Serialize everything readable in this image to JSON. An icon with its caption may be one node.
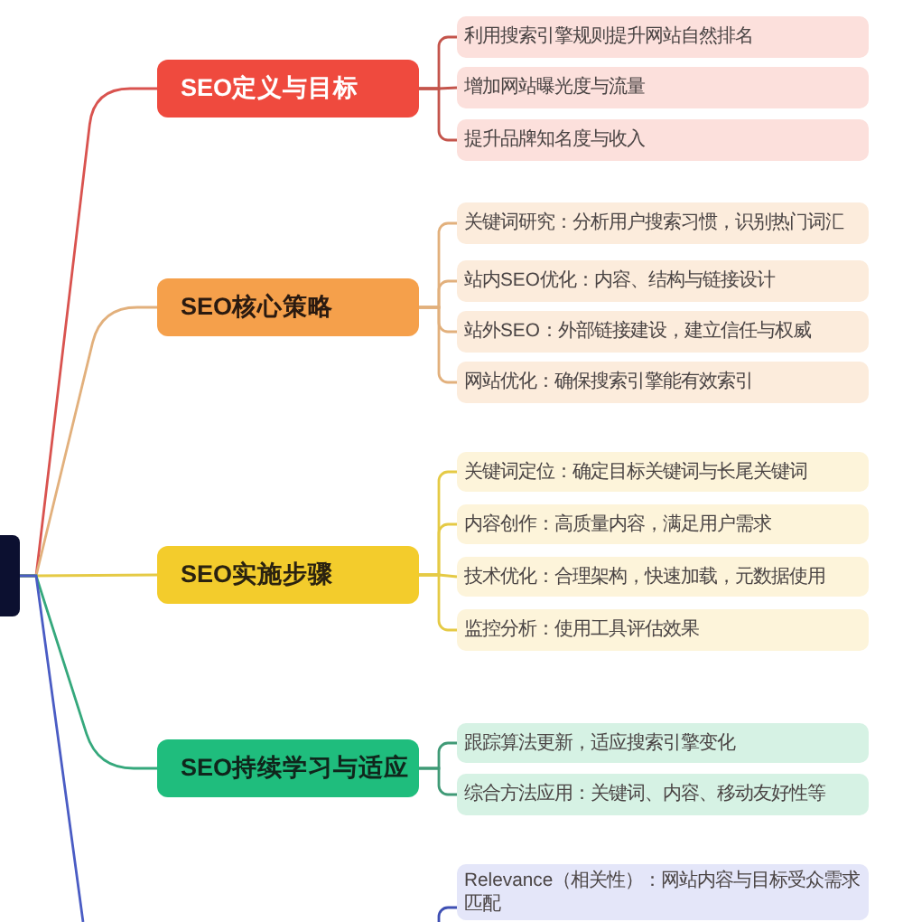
{
  "diagram": {
    "nodes": [
      {
        "text": [],
        "shape": "box"
      },
      {
        "text": [
          "SEO定义与目标"
        ]
      },
      {
        "text": [
          "利用搜索引擎规则提升网站自然排名"
        ]
      },
      {
        "text": [
          "增加网站曝光度与流量"
        ]
      },
      {
        "text": [
          "提升品牌知名度与收入"
        ]
      },
      {
        "text": [
          "SEO核心策略"
        ]
      },
      {
        "text": [
          "关键词研究：分析用户搜索习惯，识别热门词汇"
        ]
      },
      {
        "text": [
          "站内SEO优化：内容、结构与链接设计"
        ]
      },
      {
        "text": [
          "站外SEO：外部链接建设，建立信任与权威"
        ]
      },
      {
        "text": [
          "网站优化：确保搜索引擎能有效索引"
        ]
      },
      {
        "text": [
          "SEO实施步骤"
        ]
      },
      {
        "text": [
          "关键词定位：确定目标关键词与长尾关键词"
        ]
      },
      {
        "text": [
          "内容创作：高质量内容，满足用户需求"
        ]
      },
      {
        "text": [
          "技术优化：合理架构，快速加载，元数据使用"
        ]
      },
      {
        "text": [
          "监控分析：使用工具评估效果"
        ]
      },
      {
        "text": [
          "SEO持续学习与适应"
        ]
      },
      {
        "text": [
          "跟踪算法更新，适应搜索引擎变化"
        ]
      },
      {
        "text": [
          "综合方法应用：关键词、内容、移动友好性等"
        ]
      },
      {
        "text": [
          "Relevance（相关性）：网站内容与目标受众需求匹配"
        ]
      }
    ],
    "edges": [
      {
        "from": 0,
        "to": 1,
        "arrow": "none",
        "color": "#d9534f"
      },
      {
        "from": 1,
        "to": 2,
        "arrow": "none",
        "color": "#c4544b"
      },
      {
        "from": 1,
        "to": 3,
        "arrow": "none",
        "color": "#c4544b"
      },
      {
        "from": 1,
        "to": 4,
        "arrow": "none",
        "color": "#c4544b"
      },
      {
        "from": 0,
        "to": 5,
        "arrow": "none",
        "color": "#e2b07c"
      },
      {
        "from": 5,
        "to": 6,
        "arrow": "none",
        "color": "#e2b07c"
      },
      {
        "from": 5,
        "to": 7,
        "arrow": "none",
        "color": "#e2b07c"
      },
      {
        "from": 5,
        "to": 8,
        "arrow": "none",
        "color": "#e2b07c"
      },
      {
        "from": 5,
        "to": 9,
        "arrow": "none",
        "color": "#e2b07c"
      },
      {
        "from": 0,
        "to": 10,
        "arrow": "none",
        "color": "#e5ca45"
      },
      {
        "from": 10,
        "to": 11,
        "arrow": "none",
        "color": "#e5ca45"
      },
      {
        "from": 10,
        "to": 12,
        "arrow": "none",
        "color": "#e5ca45"
      },
      {
        "from": 10,
        "to": 13,
        "arrow": "none",
        "color": "#e5ca45"
      },
      {
        "from": 10,
        "to": 14,
        "arrow": "none",
        "color": "#e5ca45"
      },
      {
        "from": 0,
        "to": 15,
        "arrow": "none",
        "color": "#35a87c"
      },
      {
        "from": 15,
        "to": 16,
        "arrow": "none",
        "color": "#3f9a76"
      },
      {
        "from": 15,
        "to": 17,
        "arrow": "none",
        "color": "#3f9a76"
      },
      {
        "from": 0,
        "to": null,
        "arrow": "none",
        "color": "#4a5cc4"
      },
      {
        "from": null,
        "to": 18,
        "arrow": "none",
        "color": "#3e4fb3"
      }
    ]
  }
}
